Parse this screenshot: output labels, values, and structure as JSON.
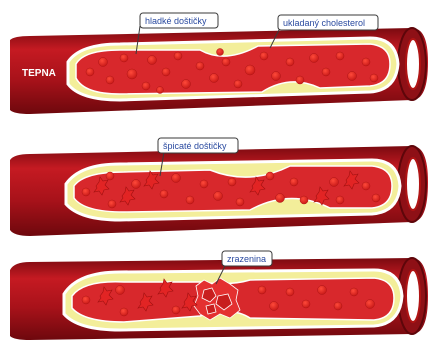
{
  "labels": {
    "artery": "TEPNA",
    "smooth_platelets": "hladké doštičky",
    "deposited_cholesterol": "ukladaný cholesterol",
    "spiky_platelets": "špicaté doštičky",
    "clot": "zrazenina"
  },
  "colors": {
    "wall_outer": "#b3141c",
    "wall_dark": "#7a0a10",
    "wall_end": "#8e1016",
    "lumen": "#d8282c",
    "cholesterol": "#f3ee9a",
    "platelet": "#e82a2a",
    "platelet_edge": "#b01414",
    "callout_border": "#3a3a3a",
    "callout_text": "#2a4aa0",
    "artery_label": "#ffffff"
  },
  "panels": [
    {
      "stage": "smooth platelets with deposited cholesterol",
      "platelet_shape": "smooth"
    },
    {
      "stage": "spiky platelets",
      "platelet_shape": "spiky"
    },
    {
      "stage": "clot forming",
      "platelet_shape": "spiky"
    }
  ]
}
